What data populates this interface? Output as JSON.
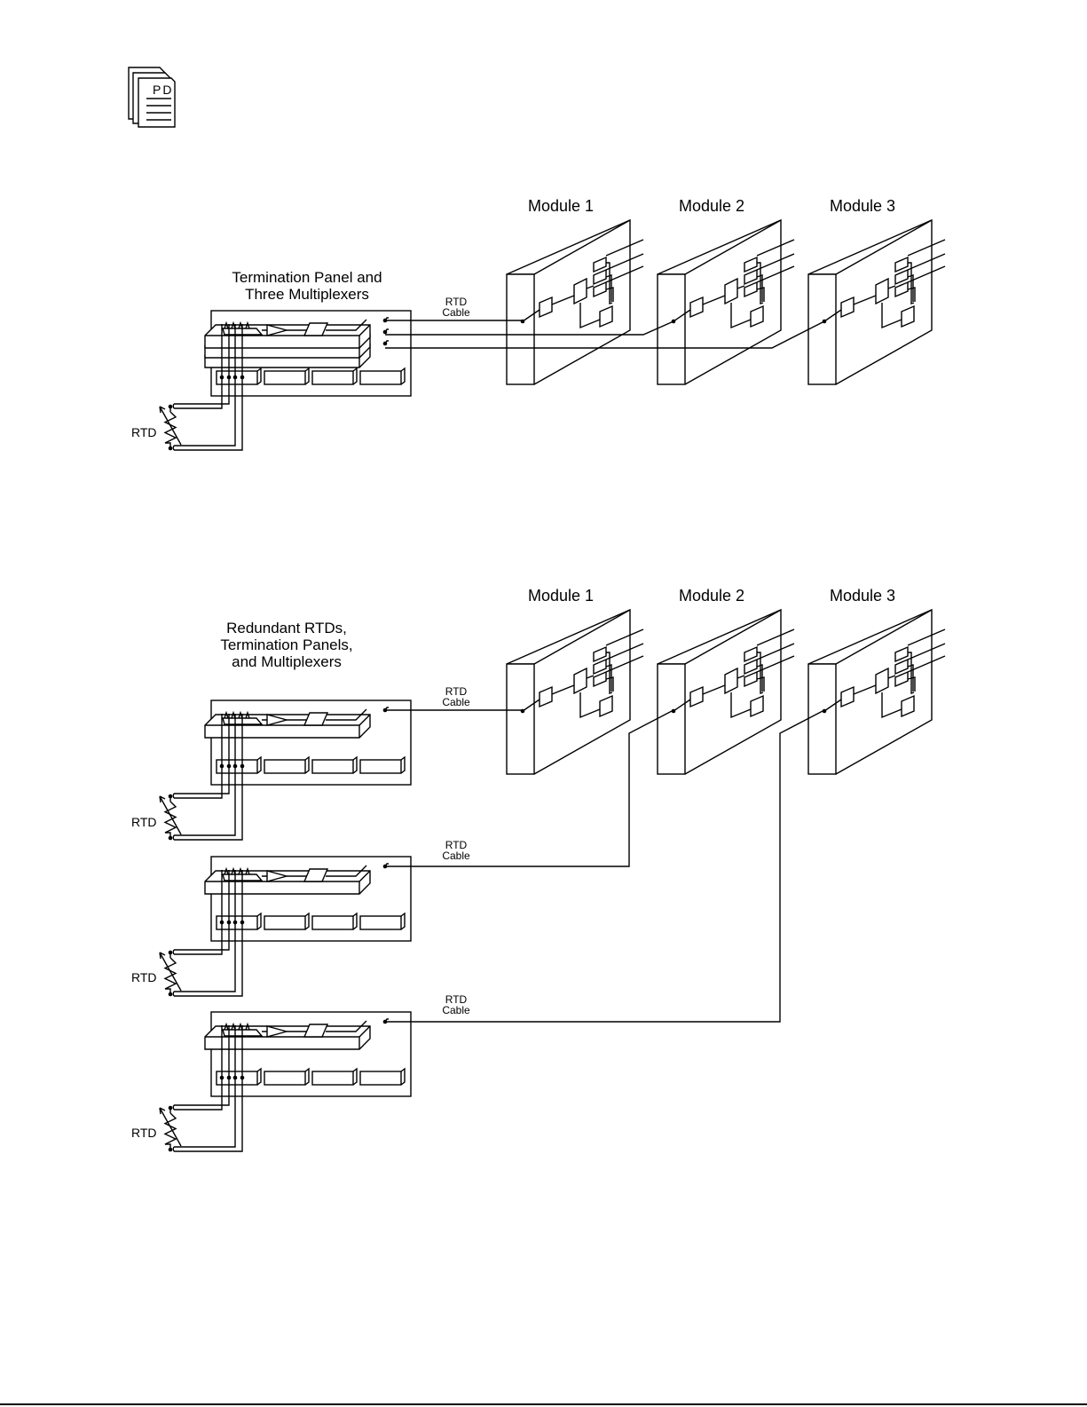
{
  "pd_icon": {
    "icon": "pd-document-stack-icon",
    "label": "PD"
  },
  "fig1": {
    "modules": [
      "Module 1",
      "Module 2",
      "Module 3"
    ],
    "panel_label": [
      "Termination Panel and",
      "Three Multiplexers"
    ],
    "cable_label": [
      "RTD",
      "Cable"
    ],
    "rtd_label": "RTD"
  },
  "fig2": {
    "modules": [
      "Module 1",
      "Module 2",
      "Module 3"
    ],
    "panel_label": [
      "Redundant RTDs,",
      "Termination Panels,",
      "and Multiplexers"
    ],
    "cable_label": [
      "RTD",
      "Cable"
    ],
    "rtd_label": "RTD"
  }
}
